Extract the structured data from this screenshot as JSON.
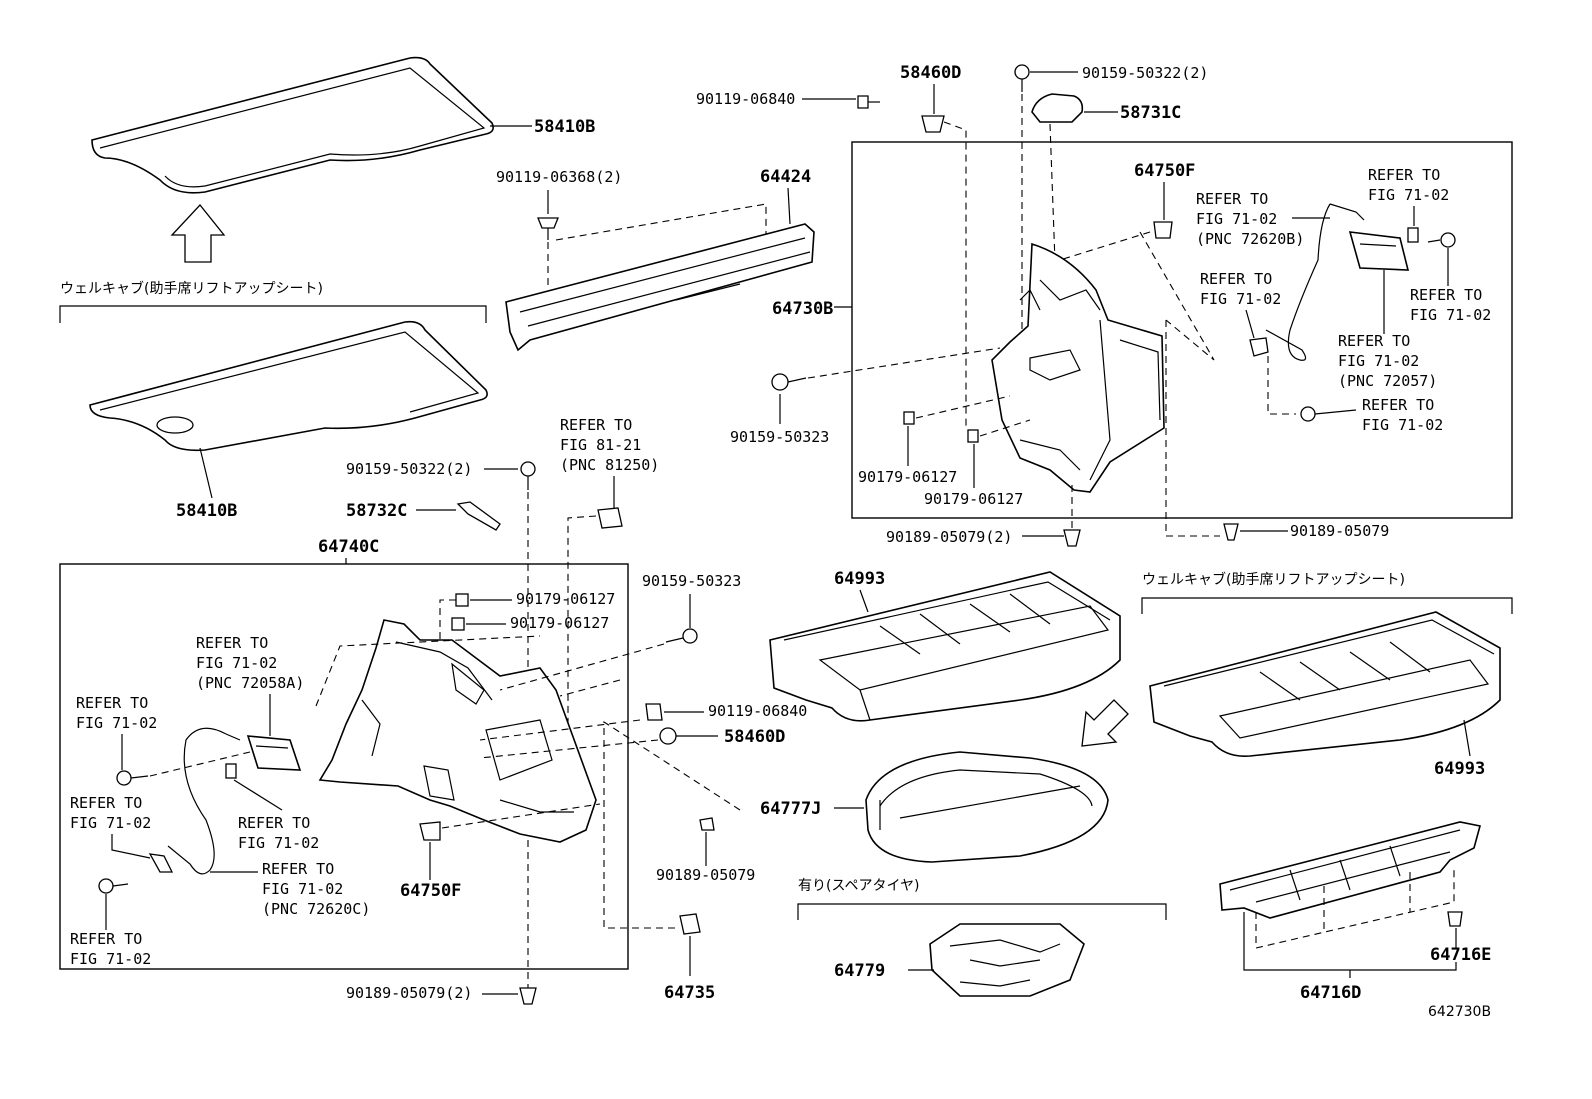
{
  "diagram_id": "642730B",
  "notes": {
    "welcab_1": "ウェルキャブ(助手席リフトアップシート)",
    "welcab_2": "ウェルキャブ(助手席リフトアップシート)",
    "spare_tire": "有り(スペアタイヤ)"
  },
  "parts": {
    "p58410B_top": "58410B",
    "p58410B_bottom": "58410B",
    "p64424": "64424",
    "p90119_06368": "90119-06368(2)",
    "p64730B": "64730B",
    "p58460D_top": "58460D",
    "p90159_50322_top": "90159-50322(2)",
    "p90119_06840_top": "90119-06840",
    "p58731C": "58731C",
    "p64750F_top": "64750F",
    "p90159_50323_top": "90159-50323",
    "p90179_06127_a": "90179-06127",
    "p90179_06127_b": "90179-06127",
    "p90189_05079_left": "90189-05079(2)",
    "p90189_05079_right": "90189-05079",
    "p90159_50322_mid": "90159-50322(2)",
    "p58732C": "58732C",
    "p64740C": "64740C",
    "p90179_06127_c": "90179-06127",
    "p90179_06127_d": "90179-06127",
    "p90159_50323_mid": "90159-50323",
    "p90119_06840_mid": "90119-06840",
    "p58460D_mid": "58460D",
    "p64750F_mid": "64750F",
    "p90189_05079_mid": "90189-05079",
    "p64735": "64735",
    "p90189_05079_bottom": "90189-05079(2)",
    "p64993_left": "64993",
    "p64993_right": "64993",
    "p64777J": "64777J",
    "p64779": "64779",
    "p64716E": "64716E",
    "p64716D": "64716D"
  },
  "refs": {
    "r1": [
      "REFER TO",
      "FIG 71-02",
      "(PNC 72620B)"
    ],
    "r2": [
      "REFER TO",
      "FIG 71-02"
    ],
    "r3": [
      "REFER TO",
      "FIG 71-02"
    ],
    "r4": [
      "REFER TO",
      "FIG 71-02"
    ],
    "r5": [
      "REFER TO",
      "FIG 71-02",
      "(PNC 72057)"
    ],
    "r6": [
      "REFER TO",
      "FIG 71-02"
    ],
    "r7": [
      "REFER TO",
      "FIG 81-21",
      "(PNC 81250)"
    ],
    "r8": [
      "REFER TO",
      "FIG 71-02",
      "(PNC 72058A)"
    ],
    "r9": [
      "REFER TO",
      "FIG 71-02"
    ],
    "r10": [
      "REFER TO",
      "FIG 71-02"
    ],
    "r11": [
      "REFER TO",
      "FIG 71-02"
    ],
    "r12": [
      "REFER TO",
      "FIG 71-02",
      "(PNC 72620C)"
    ],
    "r13": [
      "REFER TO",
      "FIG 71-02"
    ]
  }
}
